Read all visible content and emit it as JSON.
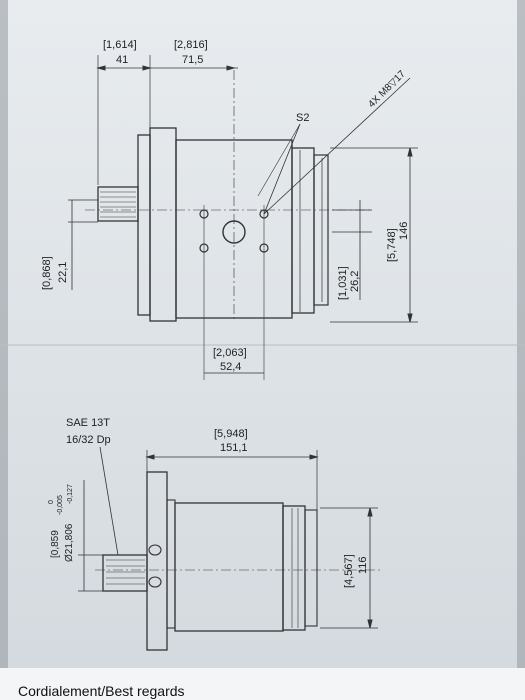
{
  "drawing": {
    "top_view": {
      "dim_flange_in": "[1,614]",
      "dim_flange_mm": "41",
      "dim_body_in": "[2,816]",
      "dim_body_mm": "71,5",
      "port_label": "S2",
      "thread_note": "4X M8▽17",
      "dim_height_in": "[5,748]",
      "dim_height_mm": "146",
      "dim_offset_in": "[1,031]",
      "dim_offset_mm": "26,2",
      "dim_shaft_in": "[0,868]",
      "dim_shaft_mm": "22,1",
      "dim_holes_in": "[2,063]",
      "dim_holes_mm": "52,4"
    },
    "side_view": {
      "spline_spec_line1": "SAE 13T",
      "spline_spec_line2": "16/32 Dp",
      "dim_length_in": "[5,948]",
      "dim_length_mm": "151,1",
      "dim_shaft_in": "[0,859",
      "dim_shaft_in_tol_upper": "0",
      "dim_shaft_in_tol_lower": "-0,005",
      "dim_shaft_mm": "Ø21,806",
      "dim_shaft_mm_tol": "-0,127",
      "dim_width_in": "[4,567]",
      "dim_width_mm": "116"
    }
  },
  "footer": {
    "signature": "Cordialement/Best regards"
  }
}
